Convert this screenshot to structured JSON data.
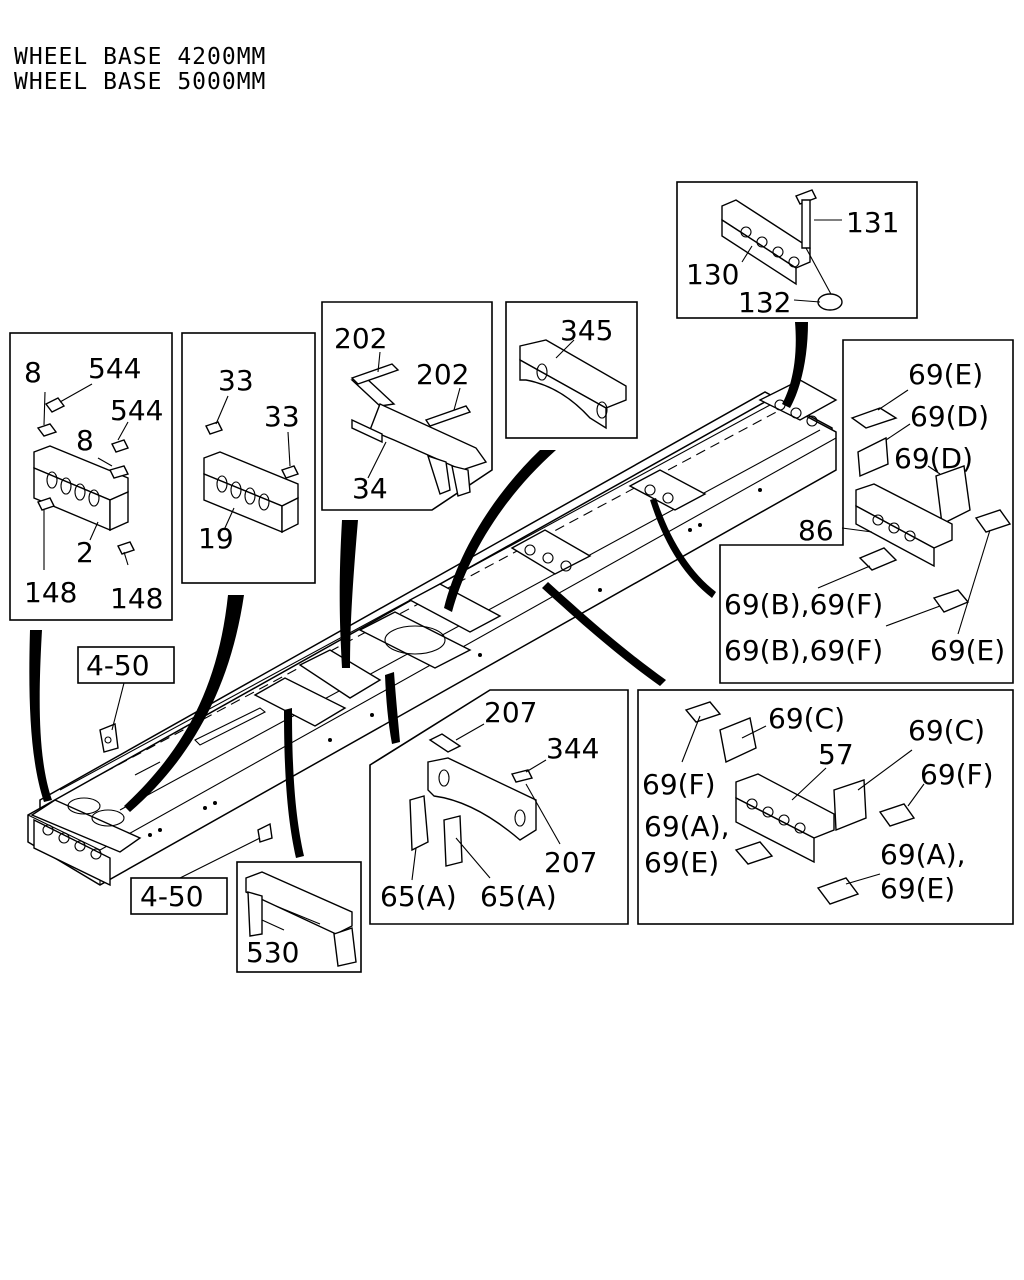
{
  "header": {
    "line1": "WHEEL BASE 4200MM",
    "line2": "WHEEL BASE 5000MM"
  },
  "callouts": {
    "ref_a": "4-50",
    "ref_b": "4-50"
  },
  "part_labels": {
    "p8a": "8",
    "p544a": "544",
    "p544b": "544",
    "p8b": "8",
    "p2": "2",
    "p148a": "148",
    "p148b": "148",
    "p33a": "33",
    "p33b": "33",
    "p19": "19",
    "p202a": "202",
    "p202b": "202",
    "p34": "34",
    "p345": "345",
    "p131": "131",
    "p130": "130",
    "p132": "132",
    "p69E_1": "69(E)",
    "p69D_1": "69(D)",
    "p69D_2": "69(D)",
    "p86": "86",
    "p69BF_1": "69(B),69(F)",
    "p69BF_2": "69(B),69(F)",
    "p69E_2": "69(E)",
    "p207a": "207",
    "p344": "344",
    "p207b": "207",
    "p65A_1": "65(A)",
    "p65A_2": "65(A)",
    "p530": "530",
    "p69C_1": "69(C)",
    "p69C_2": "69(C)",
    "p57": "57",
    "p69F_1": "69(F)",
    "p69F_2": "69(F)",
    "p69A_1": "69(A),",
    "p69E_3": "69(E)",
    "p69A_2": "69(A),",
    "p69E_4": "69(E)"
  }
}
